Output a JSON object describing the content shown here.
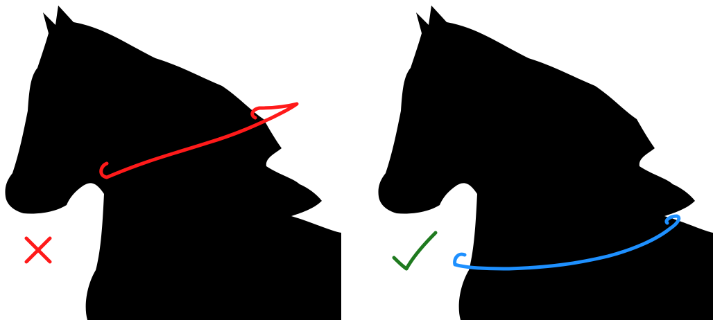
{
  "panels": [
    {
      "id": "wrong",
      "status": "incorrect",
      "marker_icon": "cross-mark-icon",
      "marker_color": "#ff1a1a",
      "outline_color": "#ff1a1a",
      "silhouette": "horse-head-icon",
      "silhouette_color": "#000000"
    },
    {
      "id": "right",
      "status": "correct",
      "marker_icon": "check-mark-icon",
      "marker_color": "#1f7a1f",
      "outline_color": "#1e90ff",
      "silhouette": "horse-head-icon",
      "silhouette_color": "#000000"
    }
  ]
}
